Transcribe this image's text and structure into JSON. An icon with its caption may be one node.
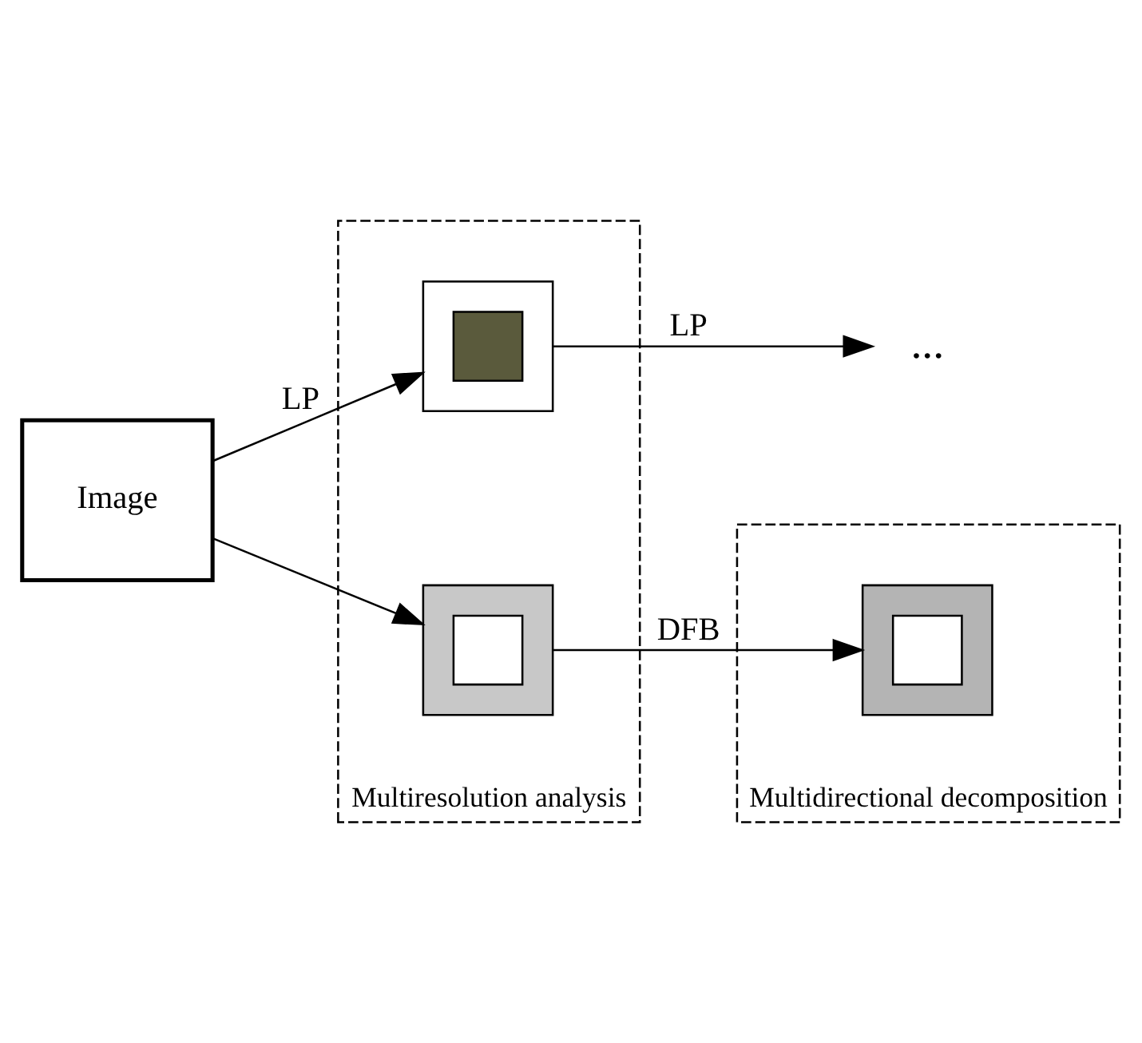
{
  "diagram": {
    "nodes": [
      {
        "text": [
          "Image"
        ]
      },
      {
        "text": [
          "Multiresolution analysis"
        ]
      },
      {
        "text": [],
        "shape": "box",
        "in": 1
      },
      {
        "text": [],
        "shape": "box",
        "in": 1
      },
      {
        "text": [
          "Multidirectional decomposition"
        ]
      },
      {
        "text": [],
        "shape": "box",
        "in": 4
      },
      {
        "text": [
          "..."
        ]
      }
    ],
    "edges": [
      {
        "from": 0,
        "to": 2,
        "arrow": "to",
        "label": "LP"
      },
      {
        "from": 0,
        "to": 3,
        "arrow": "to"
      },
      {
        "from": 2,
        "to": 6,
        "arrow": "to",
        "label": "LP"
      },
      {
        "from": 3,
        "to": 5,
        "arrow": "to",
        "label": "DFB"
      }
    ]
  }
}
